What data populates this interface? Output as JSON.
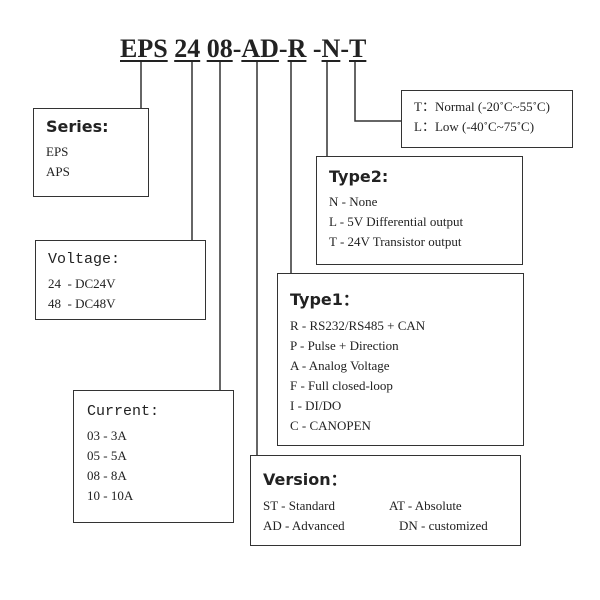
{
  "code": {
    "series": "EPS",
    "voltage": "24",
    "current": "08",
    "sep1": "-",
    "version": "AD",
    "sep2": "-",
    "type1": "R",
    "sep3": "-",
    "type2": "N",
    "sep4": "-",
    "temp": "T"
  },
  "temp_box": {
    "items": [
      "T：Normal (-20˚C~55˚C)",
      "L：Low (-40˚C~75˚C)"
    ]
  },
  "series_box": {
    "title": "Series:",
    "items": [
      "EPS",
      "APS"
    ]
  },
  "voltage_box": {
    "title": "Voltage:",
    "items": [
      "24  - DC24V",
      "48  - DC48V"
    ]
  },
  "current_box": {
    "title": "Current:",
    "items": [
      "03 - 3A",
      "05 - 5A",
      "08 - 8A",
      "10 - 10A"
    ]
  },
  "type2_box": {
    "title": "Type2:",
    "items": [
      "N - None",
      "L - 5V Differential output",
      "T - 24V Transistor output"
    ]
  },
  "type1_box": {
    "title": "Type1：",
    "items": [
      "R - RS232/RS485 + CAN",
      "P - Pulse + Direction",
      "A - Analog Voltage",
      "F - Full closed-loop",
      "I - DI/DO",
      "C - CANOPEN"
    ]
  },
  "version_box": {
    "title": "Version：",
    "items": [
      "ST - Standard",
      "AT - Absolute",
      "AD - Advanced",
      "DN - customized"
    ]
  }
}
